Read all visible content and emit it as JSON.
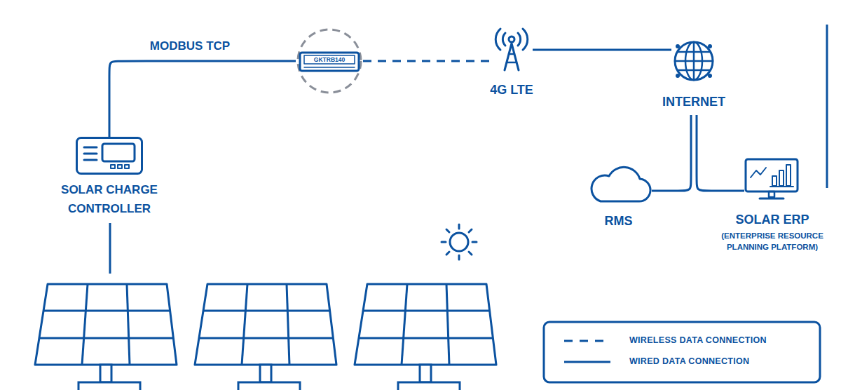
{
  "diagram": {
    "nodes": [
      {
        "text": [
          "SOLAR CHARGE CONTROLLER"
        ]
      },
      {
        "text": [
          "GKTRB140"
        ]
      },
      {
        "text": [
          "4G LTE"
        ]
      },
      {
        "text": [
          "INTERNET"
        ]
      },
      {
        "text": [
          "RMS"
        ]
      },
      {
        "text": [
          "SOLAR ERP",
          "(ENTERPRISE RESOURCE PLANNING PLATFORM)"
        ]
      }
    ],
    "edges": [
      {
        "from": 0,
        "to": 1,
        "arrow": "none",
        "label": "MODBUS TCP"
      },
      {
        "from": 1,
        "to": 2,
        "arrow": "none"
      },
      {
        "from": 2,
        "to": 3,
        "arrow": "none"
      },
      {
        "from": 3,
        "to": 4,
        "arrow": "none"
      },
      {
        "from": 3,
        "to": 5,
        "arrow": "none"
      }
    ],
    "legend": [
      {
        "text": "WIRELESS DATA CONNECTION"
      },
      {
        "text": "WIRED DATA CONNECTION"
      }
    ]
  }
}
